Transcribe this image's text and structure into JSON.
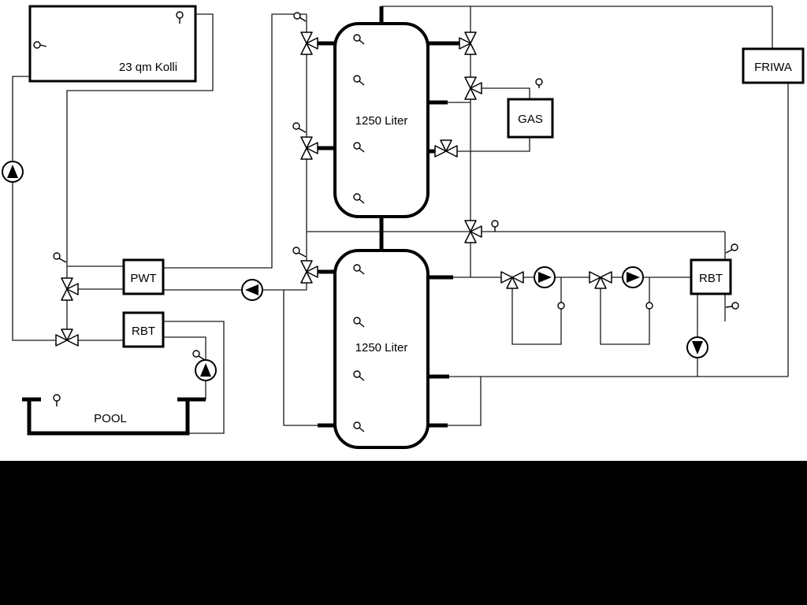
{
  "labels": {
    "collector": "23 qm Kolli",
    "tank_upper": "1250 Liter",
    "tank_lower": "1250 Liter",
    "gas": "GAS",
    "friwa": "FRIWA",
    "pwt": "PWT",
    "rbt_left": "RBT",
    "rbt_right": "RBT",
    "pool": "POOL"
  },
  "colors": {
    "line": "#1a1a1a",
    "pipe_thick": "#000000",
    "background": "#ffffff",
    "letterbox": "#000000"
  },
  "symbols": {
    "pump": "circle-with-filled-triangle",
    "three_way_valve": "bowtie-double-triangle",
    "sensor": "small-circle-probe"
  }
}
